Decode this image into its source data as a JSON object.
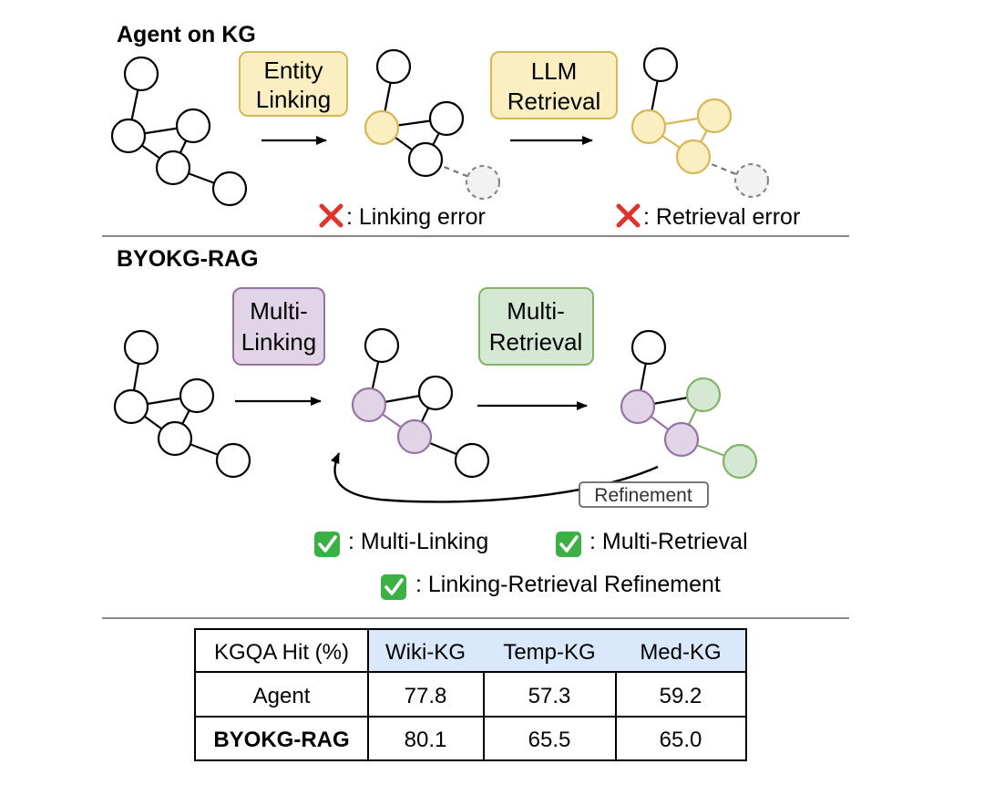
{
  "top": {
    "title": "Agent on KG",
    "step1_lines": [
      "Entity",
      "Linking"
    ],
    "step2_lines": [
      "LLM",
      "Retrieval"
    ],
    "error1": ": Linking error",
    "error2": ": Retrieval error"
  },
  "bottom": {
    "title": "BYOKG-RAG",
    "step1_lines": [
      "Multi-",
      "Linking"
    ],
    "step2_lines": [
      "Multi-",
      "Retrieval"
    ],
    "refine_label": "Refinement",
    "check1": ": Multi-Linking",
    "check2": ": Multi-Retrieval",
    "check3": ": Linking-Retrieval Refinement"
  },
  "colors": {
    "yellow_fill": "#fbefc2",
    "yellow_stroke": "#d7b656",
    "purple_fill": "#e1d4e7",
    "purple_stroke": "#9673a6",
    "green_fill": "#d5e8d4",
    "green_stroke": "#82b366",
    "cross": "#e0332b",
    "check": "#3cb043",
    "header_fill": "#dae8fc"
  },
  "table": {
    "header": [
      "KGQA Hit (%)",
      "Wiki-KG",
      "Temp-KG",
      "Med-KG"
    ],
    "rows": [
      [
        "Agent",
        "77.8",
        "57.3",
        "59.2"
      ],
      [
        "BYOKG-RAG",
        "80.1",
        "65.5",
        "65.0"
      ]
    ]
  }
}
